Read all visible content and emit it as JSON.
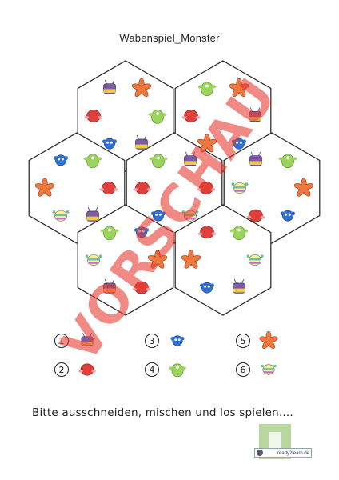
{
  "document": {
    "title": "Wabenspiel_Monster",
    "instruction": "Bitte ausschneiden, mischen und los spielen....",
    "watermark": "VORSCHAU",
    "logo_text": "ready2learn.de"
  },
  "legend": [
    {
      "number": "1",
      "monster": "purple-monster"
    },
    {
      "number": "2",
      "monster": "red-monster"
    },
    {
      "number": "3",
      "monster": "blue-monster"
    },
    {
      "number": "4",
      "monster": "green-monster"
    },
    {
      "number": "5",
      "monster": "orange-monster"
    },
    {
      "number": "6",
      "monster": "striped-monster"
    }
  ],
  "colors": {
    "purple": "#7b5aa6",
    "red": "#e0403c",
    "blue": "#2f6fd6",
    "green": "#9bd45a",
    "orange": "#f0783c",
    "striped": "#6fc0a0",
    "watermark": "#e83c32"
  },
  "hexagons": [
    {
      "id": "top-left",
      "monsters": [
        "orange-monster",
        "green-monster",
        "purple-monster",
        "blue-monster",
        "red-monster",
        "purple-monster"
      ]
    },
    {
      "id": "top-right",
      "monsters": [
        "orange-monster",
        "purple-monster",
        "blue-monster",
        "orange-monster",
        "red-monster",
        "green-monster"
      ]
    },
    {
      "id": "middle-left",
      "monsters": [
        "green-monster",
        "red-monster",
        "purple-monster",
        "striped-monster",
        "orange-monster",
        "blue-monster"
      ]
    },
    {
      "id": "center",
      "monsters": [
        "purple-monster",
        "red-monster",
        "striped-monster",
        "blue-monster",
        "red-monster",
        "green-monster"
      ]
    },
    {
      "id": "middle-right",
      "monsters": [
        "green-monster",
        "orange-monster",
        "blue-monster",
        "red-monster",
        "striped-monster",
        "purple-monster"
      ]
    },
    {
      "id": "bottom-left",
      "monsters": [
        "blue-monster",
        "orange-monster",
        "red-monster",
        "purple-monster",
        "striped-monster",
        "green-monster"
      ]
    },
    {
      "id": "bottom-right",
      "monsters": [
        "green-monster",
        "striped-monster",
        "purple-monster",
        "blue-monster",
        "orange-monster",
        "red-monster"
      ]
    }
  ]
}
